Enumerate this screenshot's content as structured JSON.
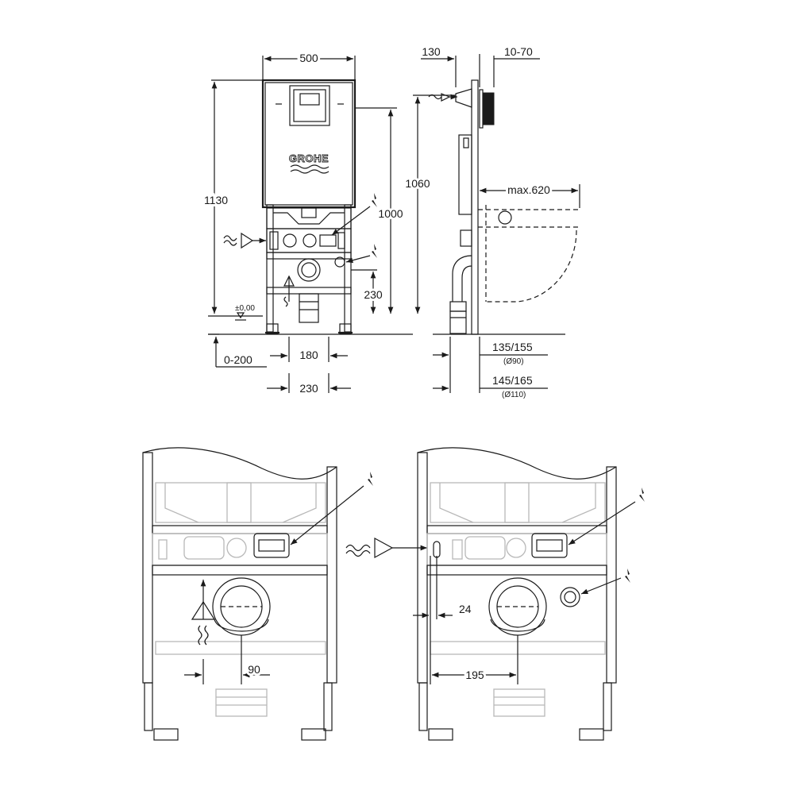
{
  "brand": {
    "logo_text": "GROHE"
  },
  "front_view": {
    "width": "500",
    "height_total": "1130",
    "height_inlet": "1000",
    "height_connection": "230",
    "floor_level": "±0,00",
    "floor_adjust": "0-200",
    "bolt_spacing": "180",
    "foot_spacing": "230"
  },
  "side_view": {
    "depth_top": "130",
    "wall_adjust": "10-70",
    "height_actuator": "1060",
    "bowl_projection": "max.620",
    "outlet_offset_90": "135/155",
    "outlet_diameter_90": "(Ø90)",
    "outlet_offset_110": "145/165",
    "outlet_diameter_110": "(Ø110)"
  },
  "detail_left": {
    "inlet_offset": "90"
  },
  "detail_right": {
    "inlet_side_offset": "24",
    "inlet_center_offset": "195"
  },
  "icons": [
    "lightning-icon",
    "water-inlet-icon",
    "ground-level-icon"
  ]
}
